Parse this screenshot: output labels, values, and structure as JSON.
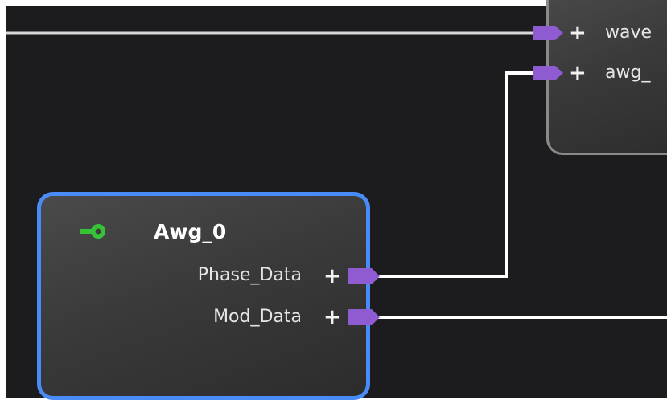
{
  "nodes": {
    "awg": {
      "title": "Awg_0",
      "outputs": [
        {
          "label": "Phase_Data",
          "plus": "+"
        },
        {
          "label": "Mod_Data",
          "plus": "+"
        }
      ]
    },
    "target": {
      "inputs": [
        {
          "label": "wave",
          "plus": "+"
        },
        {
          "label": "awg_",
          "plus": "+"
        }
      ]
    }
  },
  "icons": {
    "node_icon": "key-icon",
    "port": "connector-port-icon"
  },
  "colors": {
    "canvas_bg": "#1c1c1e",
    "selected_border": "#4a8cf7",
    "node_border": "#8a8a8a",
    "port": "#8e5bd1",
    "wire": "#ffffff",
    "key_icon": "#35c435"
  }
}
